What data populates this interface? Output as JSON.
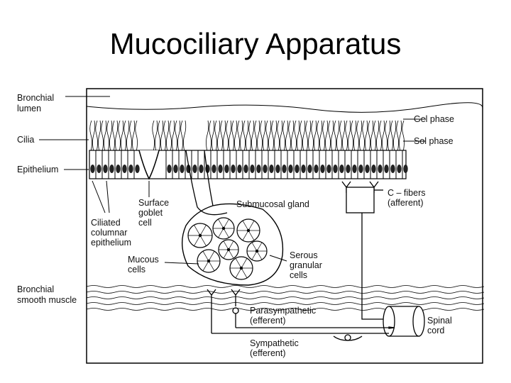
{
  "title": "Mucociliary Apparatus",
  "labels": {
    "bronchial_lumen": [
      "Bronchial",
      "lumen"
    ],
    "cilia": "Cilia",
    "epithelium": "Epithelium",
    "surface_goblet_cell": [
      "Surface",
      "goblet",
      "cell"
    ],
    "ciliated_columnar_epithelium": [
      "Ciliated",
      "columnar",
      "epithelium"
    ],
    "mucous_cells": [
      "Mucous",
      "cells"
    ],
    "bronchial_smooth_muscle": [
      "Bronchial",
      "smooth muscle"
    ],
    "gel_phase": "Gel phase",
    "sol_phase": "Sol phase",
    "c_fibers": [
      "C – fibers",
      "(afferent)"
    ],
    "submucosal_gland": "Submucosal gland",
    "serous_granular_cells": [
      "Serous",
      "granular",
      "cells"
    ],
    "parasympathetic": [
      "Parasympathetic",
      "(efferent)"
    ],
    "sympathetic": [
      "Sympathetic",
      "(efferent)"
    ],
    "spinal_cord": [
      "Spinal",
      "cord"
    ]
  }
}
